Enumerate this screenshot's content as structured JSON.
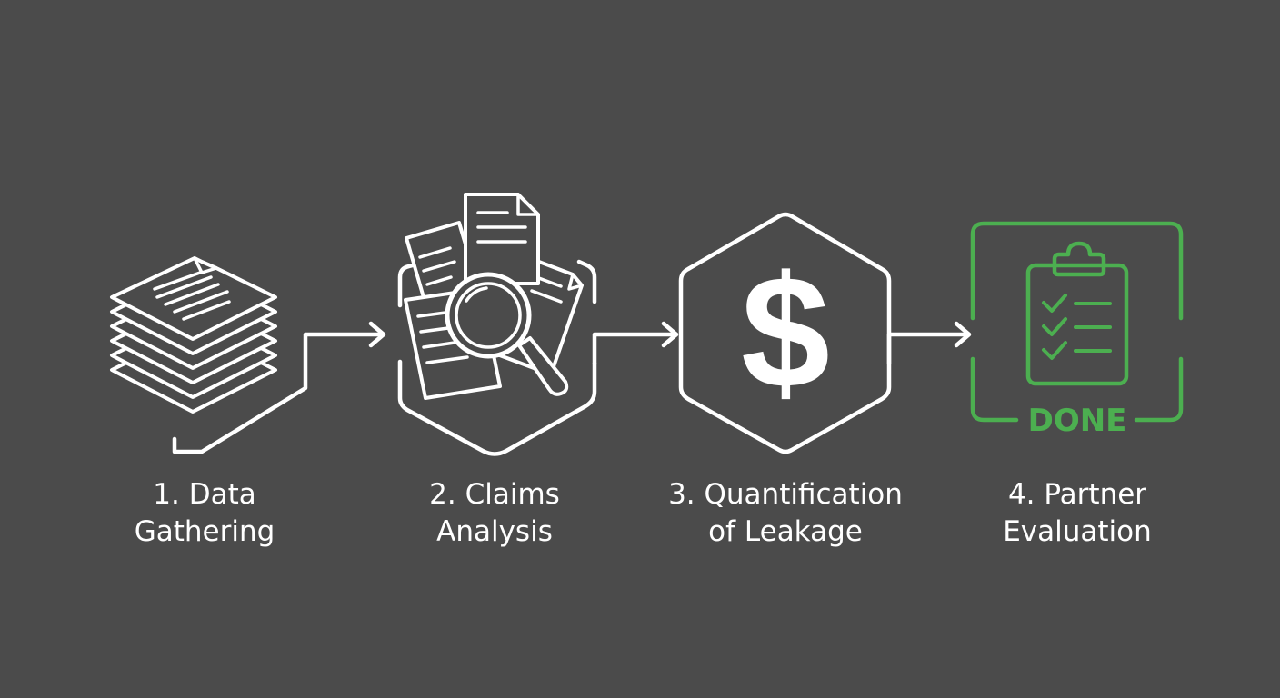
{
  "steps": [
    {
      "number": "1.",
      "line1": "1. Data",
      "line2": "Gathering",
      "icon": "document-stack-icon"
    },
    {
      "number": "2.",
      "line1": "2. Claims",
      "line2": "Analysis",
      "icon": "documents-magnifier-icon"
    },
    {
      "number": "3.",
      "line1": "3. Quantification",
      "line2": "of Leakage",
      "icon": "dollar-hexagon-icon"
    },
    {
      "number": "4.",
      "line1": "4. Partner",
      "line2": "Evaluation",
      "icon": "clipboard-checklist-icon"
    }
  ],
  "dollar_symbol": "$",
  "done_badge": "DONE",
  "colors": {
    "background": "#4b4b4b",
    "stroke": "#ffffff",
    "accent": "#4caf50"
  }
}
